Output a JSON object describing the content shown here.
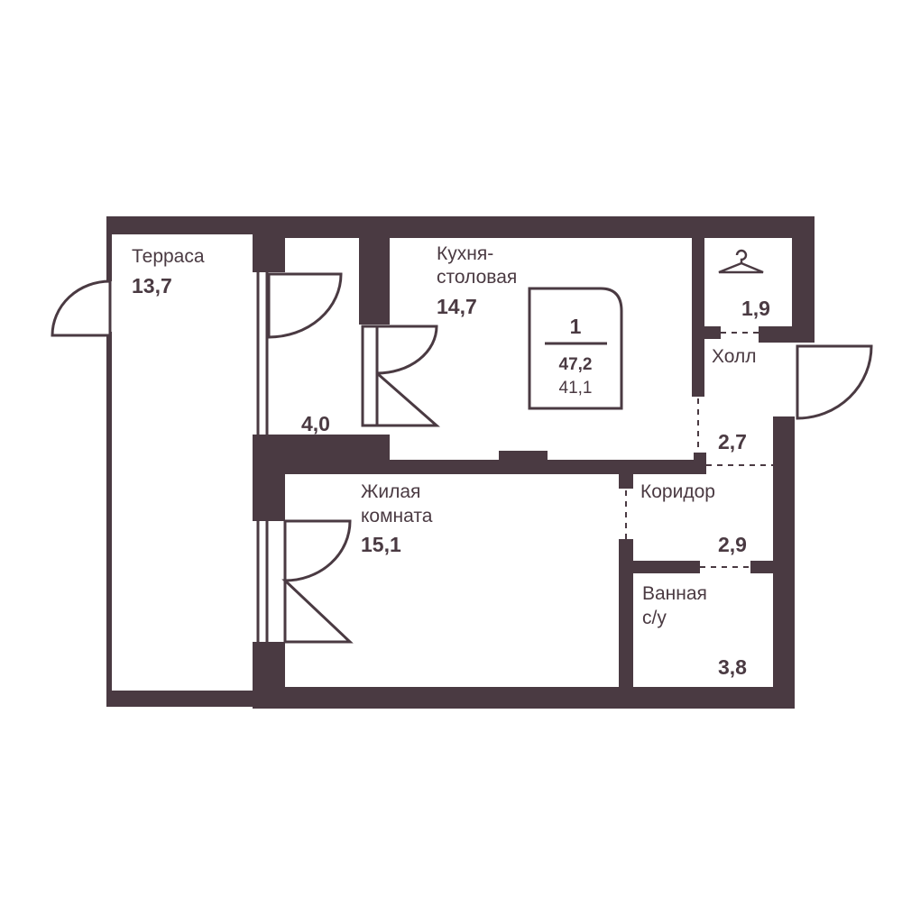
{
  "colors": {
    "wall": "#4a3a42",
    "background": "#ffffff"
  },
  "badge": {
    "rooms": "1",
    "total_area": "47,2",
    "living_area": "41,1"
  },
  "rooms": {
    "terrace": {
      "name": "Терраса",
      "area": "13,7"
    },
    "kitchen": {
      "name_line1": "Кухня-",
      "name_line2": "столовая",
      "area": "14,7"
    },
    "balcony": {
      "area": "4,0"
    },
    "wardrobe": {
      "area": "1,9",
      "icon": "hanger-icon"
    },
    "hall": {
      "name": "Холл",
      "area": "2,7"
    },
    "corridor": {
      "name": "Коридор",
      "area": "2,9"
    },
    "living": {
      "name_line1": "Жилая",
      "name_line2": "комната",
      "area": "15,1"
    },
    "bathroom": {
      "name_line1": "Ванная",
      "name_line2": "с/у",
      "area": "3,8"
    }
  }
}
